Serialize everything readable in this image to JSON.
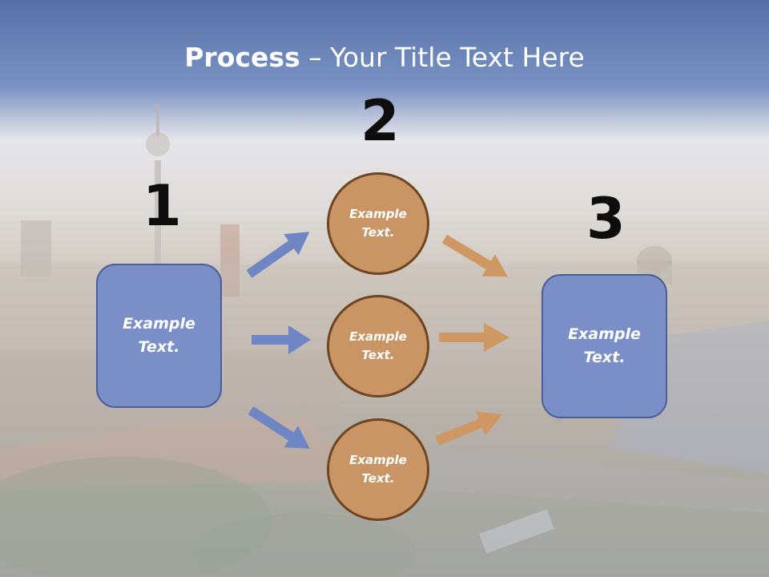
{
  "title": {
    "bold": "Process",
    "rest": " – Your Title Text Here"
  },
  "steps": [
    {
      "number": "1",
      "text_line1": "Example",
      "text_line2": "Text."
    },
    {
      "number": "2",
      "text_line1": "Example",
      "text_line2": "Text."
    },
    {
      "number": "3",
      "text_line1": "Example",
      "text_line2": "Text."
    }
  ],
  "circles": [
    {
      "text_line1": "Example",
      "text_line2": "Text."
    },
    {
      "text_line1": "Example",
      "text_line2": "Text."
    },
    {
      "text_line1": "Example",
      "text_line2": "Text."
    }
  ],
  "colors": {
    "box_fill": "#7a8fc8",
    "circle_fill": "#c99565",
    "arrow_blue": "#6f86c4",
    "arrow_orange": "#cf9862"
  }
}
